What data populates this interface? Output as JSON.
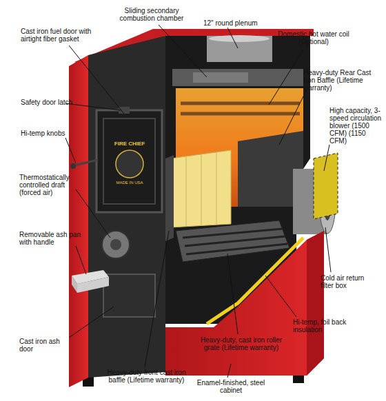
{
  "diagram": {
    "labels": [
      "Sliding secondary combustion chamber",
      "12\" round plenum",
      "Cast iron fuel door with airtight fiber gasket",
      "Domestic hot water coil (Optional)",
      "Safety door latch",
      "Hi-temp knobs",
      "Heavy-duty Rear Cast Iron Baffle (Lifetime warranty)",
      "High capacity, 3-speed circulation blower (1500 CFM) (1150 CFM)",
      "Thermostatically controlled draft (forced air)",
      "Removable ash pan with handle",
      "Cold air return filter box",
      "Hi-temp, foil back insulation",
      "Cast iron ash door",
      "Heavy-duty, cast iron roller grate (Lifetime warranty)",
      "Heavy-duty front cast iron baffle (Lifetime warranty)",
      "Enamel-finished, steel cabinet",
      "FIRE CHIEF",
      "MADE IN USA"
    ]
  }
}
